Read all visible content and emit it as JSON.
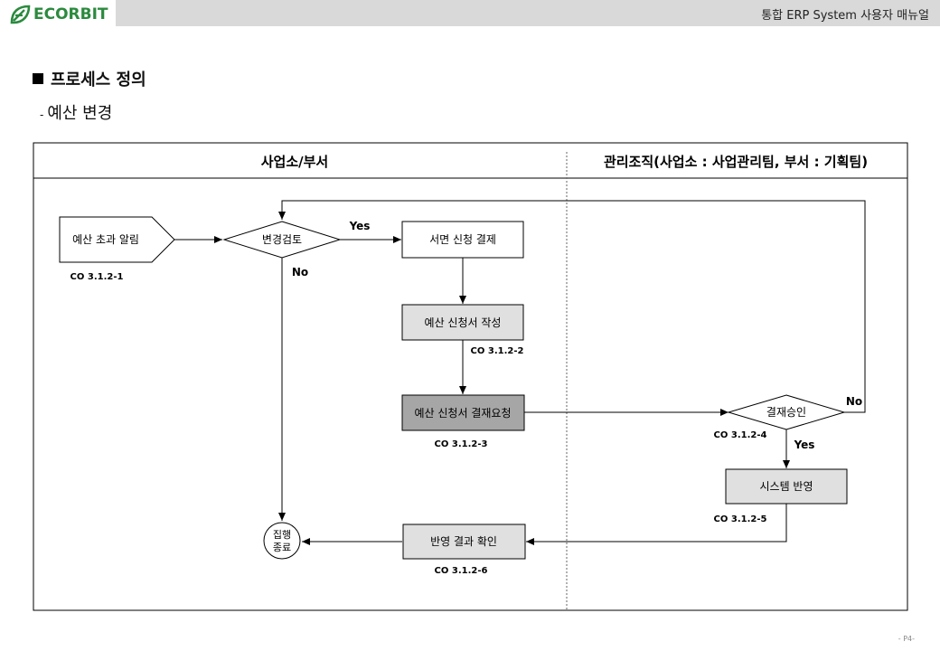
{
  "header": {
    "logo_text": "ECORBIT",
    "doc_title": "통합 ERP System 사용자 매뉴얼"
  },
  "section": {
    "title": "프로세스 정의",
    "subtitle": "예산 변경"
  },
  "lanes": {
    "left": "사업소/부서",
    "right": "관리조직(사업소 : 사업관리팀, 부서 : 기획팀)"
  },
  "nodes": {
    "budget_alert": "예산 초과 알림",
    "change_review": "변경검토",
    "written_approval": "서면 신청 결제",
    "request_form": "예산 신청서 작성",
    "approval_request": "예산 신청서 결재요청",
    "approval_grant": "결재승인",
    "system_apply": "시스템 반영",
    "confirm_result": "반영 결과 확인",
    "end_line1": "집행",
    "end_line2": "종료"
  },
  "codes": {
    "c1": "CO 3.1.2-1",
    "c2": "CO 3.1.2-2",
    "c3": "CO 3.1.2-3",
    "c4": "CO 3.1.2-4",
    "c5": "CO 3.1.2-5",
    "c6": "CO 3.1.2-6"
  },
  "edge_labels": {
    "review_yes": "Yes",
    "review_no": "No",
    "approve_yes": "Yes",
    "approve_no": "No"
  },
  "colors": {
    "brand_green": "#2b8a3e",
    "box_light": "#e0e0e0",
    "box_dark": "#a6a6a6",
    "header_gray": "#d9d9d9"
  },
  "footer": {
    "page": "- P4-"
  }
}
